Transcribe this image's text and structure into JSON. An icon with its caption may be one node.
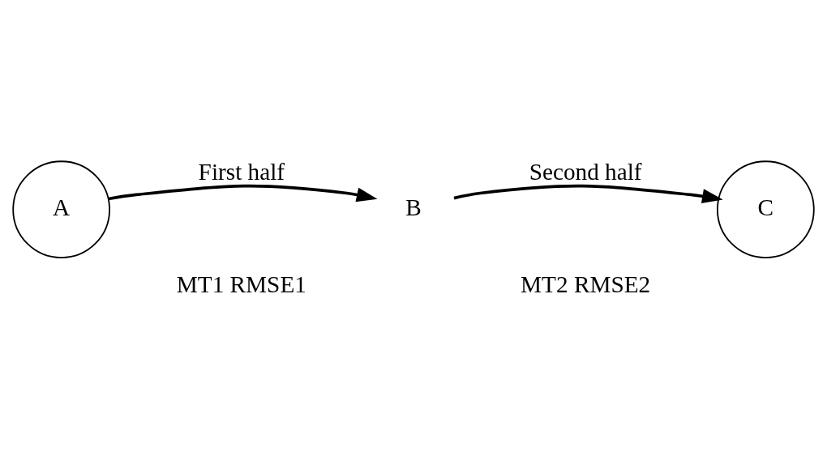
{
  "diagram": {
    "nodes": [
      {
        "text": [
          "A"
        ]
      },
      {
        "text": [
          "B"
        ]
      },
      {
        "text": [
          "C"
        ]
      }
    ],
    "edges": [
      {
        "from": 0,
        "to": 1,
        "arrow": "to",
        "label": "First half"
      },
      {
        "from": 1,
        "to": 2,
        "arrow": "to",
        "label": "Second half"
      }
    ],
    "labels": [
      "MT1 RMSE1",
      "MT2 RMSE2"
    ]
  }
}
